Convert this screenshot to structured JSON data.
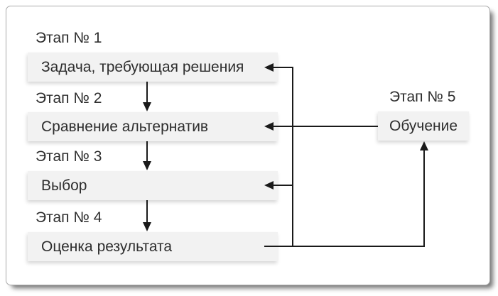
{
  "diagram": {
    "title_hint": "decision-process-flowchart",
    "stages": [
      {
        "id": "stage-1",
        "label": "Этап № 1",
        "box": "Задача, требующая решения"
      },
      {
        "id": "stage-2",
        "label": "Этап № 2",
        "box": "Сравнение альтернатив"
      },
      {
        "id": "stage-3",
        "label": "Этап № 3",
        "box": "Выбор"
      },
      {
        "id": "stage-4",
        "label": "Этап № 4",
        "box": "Оценка результата"
      },
      {
        "id": "stage-5",
        "label": "Этап № 5",
        "box": "Обучение"
      }
    ],
    "edges": [
      {
        "from": "stage-1",
        "to": "stage-2",
        "type": "flow-down-arrow"
      },
      {
        "from": "stage-2",
        "to": "stage-3",
        "type": "flow-down-arrow"
      },
      {
        "from": "stage-3",
        "to": "stage-4",
        "type": "flow-down-arrow"
      },
      {
        "from": "stage-4",
        "to": "stage-1",
        "type": "feedback-arrow"
      },
      {
        "from": "stage-4",
        "to": "stage-3",
        "type": "feedback-arrow"
      },
      {
        "from": "stage-4",
        "to": "stage-5",
        "type": "feedback-arrow"
      },
      {
        "from": "stage-5",
        "to": "stage-2",
        "type": "feedback-arrow"
      }
    ],
    "colors": {
      "box_bg": "#f2f2f2",
      "line": "#1a1a1a",
      "text": "#2e2e2e",
      "card_border": "#a9a9a9",
      "background": "#ffffff"
    }
  }
}
